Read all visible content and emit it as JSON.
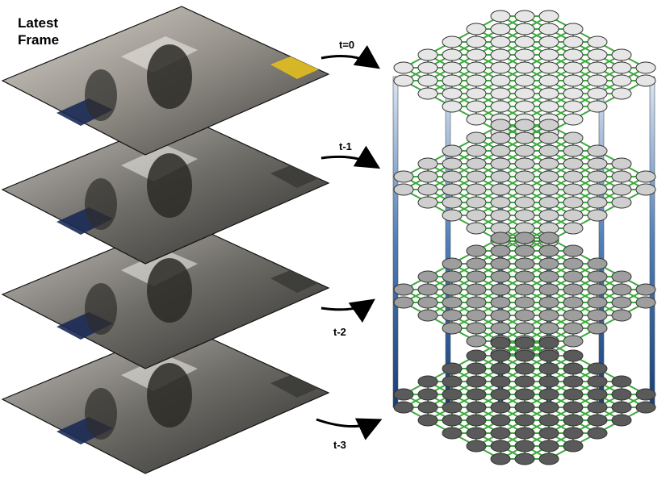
{
  "title": "Latest\nFrame",
  "time_labels": [
    "t=0",
    "t-1",
    "t-2",
    "t-3"
  ],
  "graph": {
    "layers": 4,
    "node_fill": [
      "#e6e6e6",
      "#cfcfcf",
      "#9e9e9e",
      "#5a5a5a"
    ],
    "edge_color": "#3caa3c",
    "pillar_color": "#2a5d9c"
  }
}
